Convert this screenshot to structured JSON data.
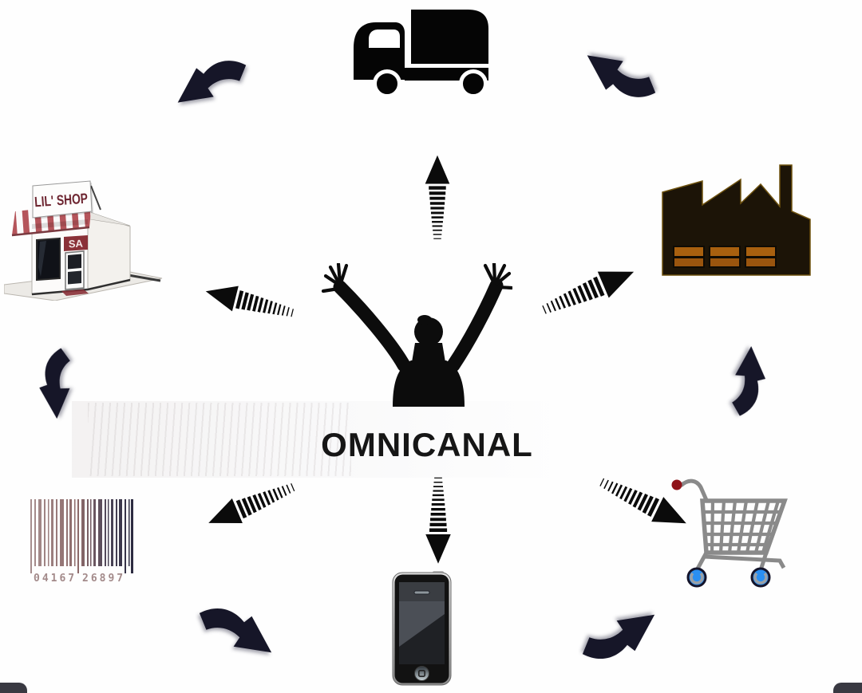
{
  "diagram": {
    "title": "OMNICANAL",
    "center_node": "person-arms-raised",
    "nodes": [
      {
        "id": "delivery-truck",
        "position": "top"
      },
      {
        "id": "factory",
        "position": "right"
      },
      {
        "id": "storefront",
        "position": "left",
        "sign": "LIL' SHOP",
        "window_sign": "SA"
      },
      {
        "id": "barcode",
        "position": "bottom-left",
        "digits_left": "04167",
        "digits_right": "26897"
      },
      {
        "id": "smartphone",
        "position": "bottom-center"
      },
      {
        "id": "shopping-cart",
        "position": "bottom-right"
      }
    ],
    "arrows": [
      {
        "from": "center",
        "to": "delivery-truck",
        "style": "striped"
      },
      {
        "from": "center",
        "to": "storefront",
        "style": "striped"
      },
      {
        "from": "center",
        "to": "factory",
        "style": "striped"
      },
      {
        "from": "center",
        "to": "barcode",
        "style": "striped"
      },
      {
        "from": "center",
        "to": "smartphone",
        "style": "striped"
      },
      {
        "from": "center",
        "to": "shopping-cart",
        "style": "striped"
      },
      {
        "from": "delivery-truck",
        "to": "storefront",
        "style": "solid-curved"
      },
      {
        "from": "factory",
        "to": "delivery-truck",
        "style": "solid-curved"
      },
      {
        "from": "storefront",
        "to": "barcode",
        "style": "solid-curved"
      },
      {
        "from": "shopping-cart",
        "to": "factory",
        "style": "solid-curved"
      },
      {
        "from": "barcode",
        "to": "smartphone",
        "style": "solid-curved"
      },
      {
        "from": "smartphone",
        "to": "shopping-cart",
        "style": "solid-curved"
      }
    ]
  },
  "title": "OMNICANAL",
  "shop": {
    "sign": "LIL' SHOP",
    "window_sign": "SA"
  },
  "barcode": {
    "left_digits": "04167",
    "right_digits": "26897"
  },
  "colors": {
    "background": "#fefefe",
    "solid_arrow": "#161628",
    "striped_arrow": "#0b0b0b",
    "truck": "#050505",
    "factory_body": "#1c1407",
    "factory_window": "#a85f12",
    "shop_accent": "#8a3138",
    "awning_stripe": "#b5555b",
    "cart_frame": "#8a8a8a",
    "cart_wheel": "#2a8ff2",
    "cart_knob": "#8f1218",
    "barcode_left": "#a89090",
    "barcode_right": "#23233a",
    "title_text": "#161616"
  }
}
